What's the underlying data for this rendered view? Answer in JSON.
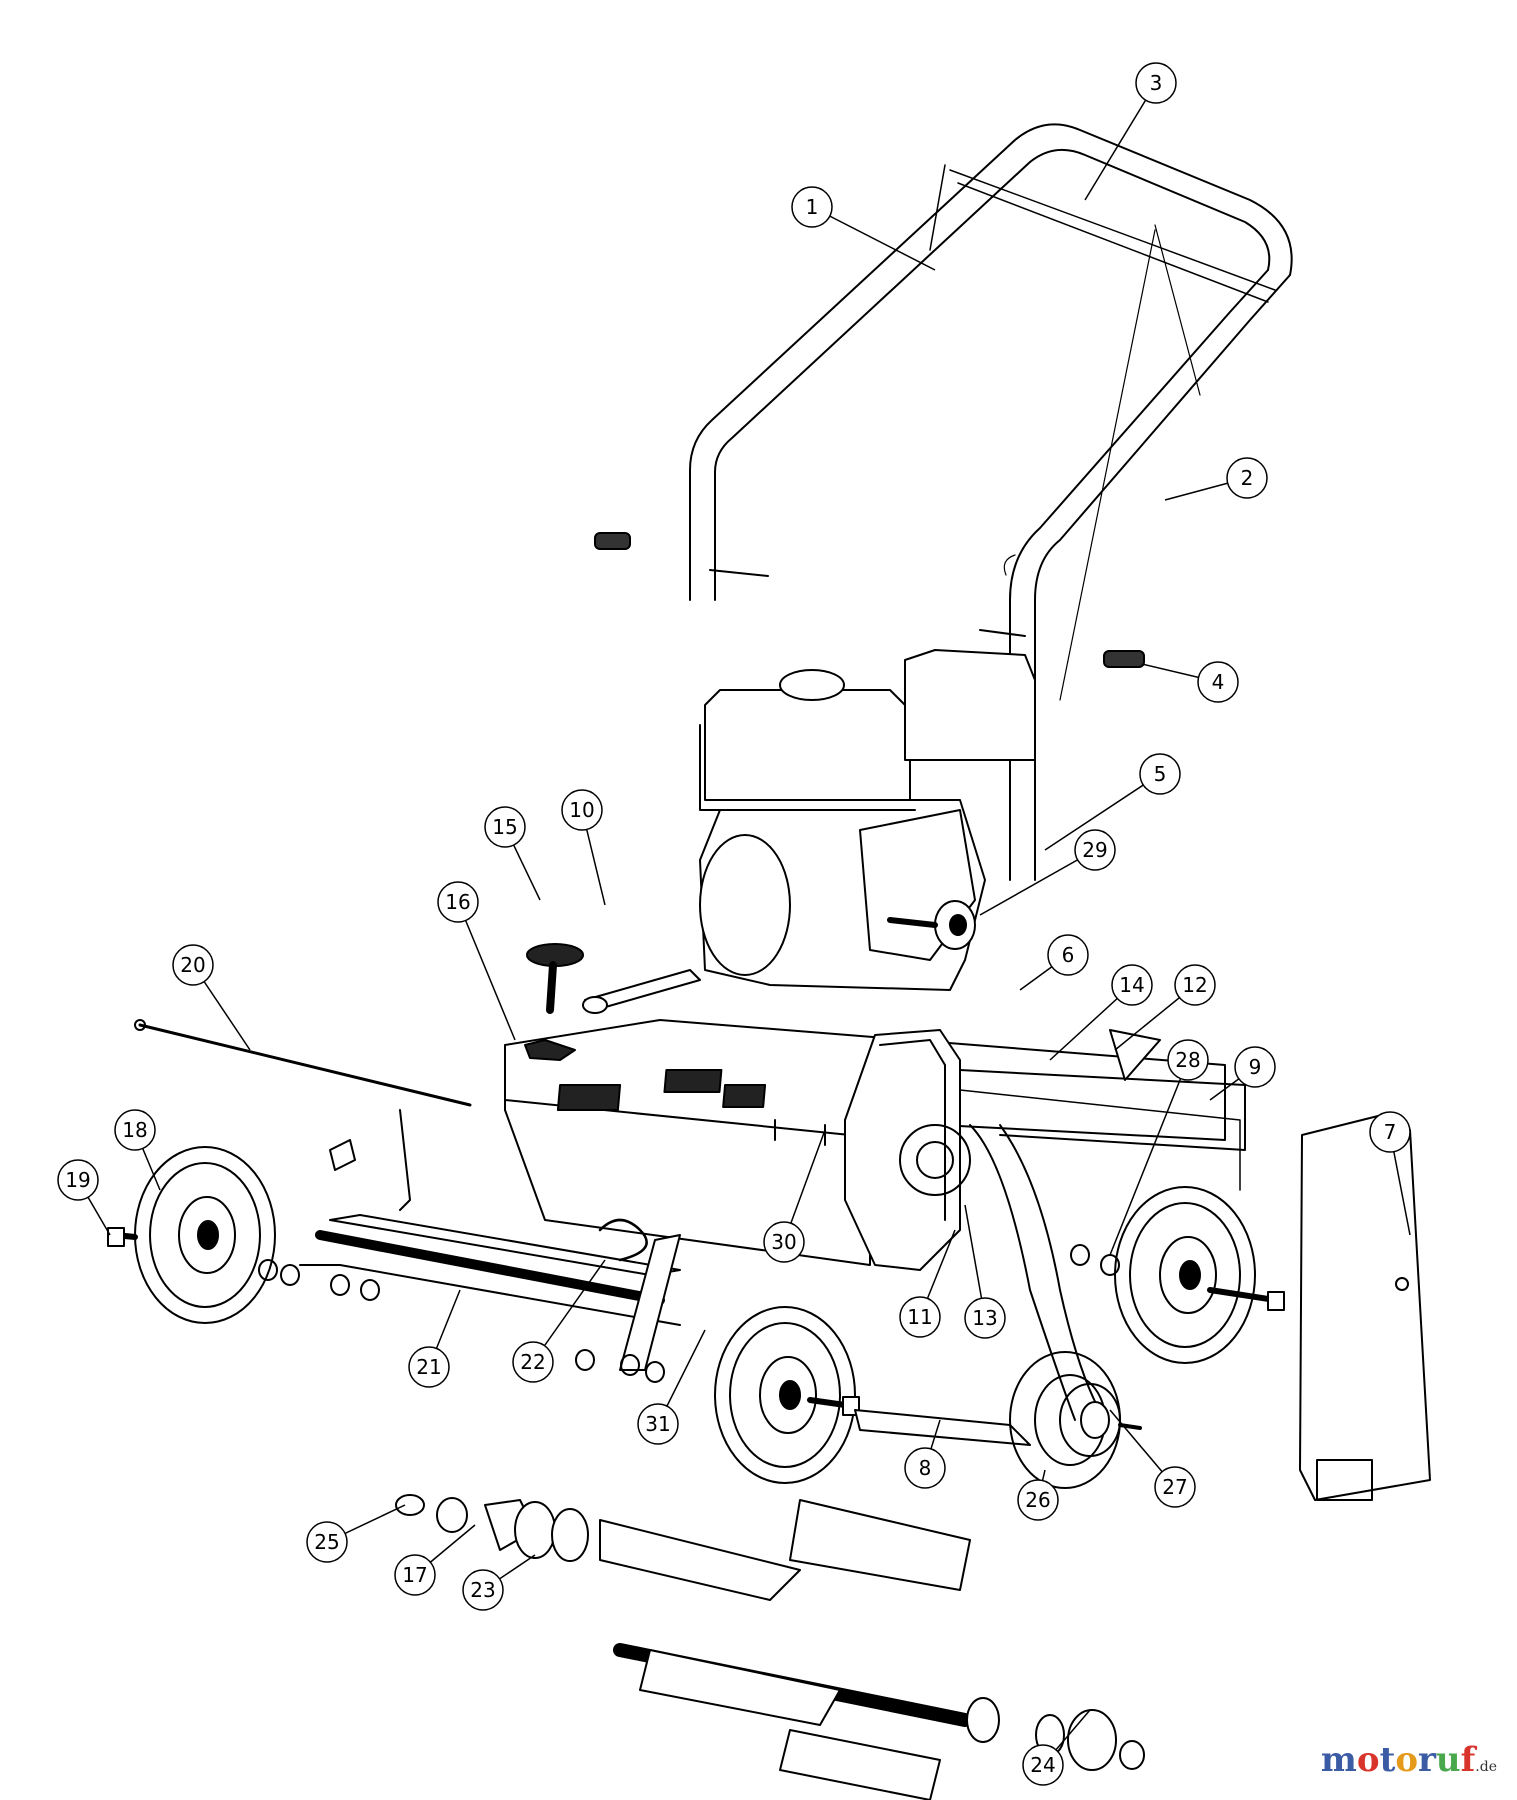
{
  "diagram": {
    "callouts": [
      {
        "id": "1",
        "label": "1"
      },
      {
        "id": "2",
        "label": "2"
      },
      {
        "id": "3",
        "label": "3"
      },
      {
        "id": "4",
        "label": "4"
      },
      {
        "id": "5",
        "label": "5"
      },
      {
        "id": "6",
        "label": "6"
      },
      {
        "id": "7",
        "label": "7"
      },
      {
        "id": "8",
        "label": "8"
      },
      {
        "id": "9",
        "label": "9"
      },
      {
        "id": "10",
        "label": "10"
      },
      {
        "id": "11",
        "label": "11"
      },
      {
        "id": "12",
        "label": "12"
      },
      {
        "id": "13",
        "label": "13"
      },
      {
        "id": "14",
        "label": "14"
      },
      {
        "id": "15",
        "label": "15"
      },
      {
        "id": "16",
        "label": "16"
      },
      {
        "id": "17",
        "label": "17"
      },
      {
        "id": "18",
        "label": "18"
      },
      {
        "id": "19",
        "label": "19"
      },
      {
        "id": "20",
        "label": "20"
      },
      {
        "id": "21",
        "label": "21"
      },
      {
        "id": "22",
        "label": "22"
      },
      {
        "id": "23",
        "label": "23"
      },
      {
        "id": "24",
        "label": "24"
      },
      {
        "id": "25",
        "label": "25"
      },
      {
        "id": "26",
        "label": "26"
      },
      {
        "id": "27",
        "label": "27"
      },
      {
        "id": "28",
        "label": "28"
      },
      {
        "id": "29",
        "label": "29"
      },
      {
        "id": "30",
        "label": "30"
      },
      {
        "id": "31",
        "label": "31"
      }
    ]
  },
  "watermark": {
    "letters": [
      "m",
      "o",
      "t",
      "o",
      "r",
      "u",
      "f"
    ],
    "letter_colors": [
      "#3b5ba5",
      "#d9342b",
      "#3b5ba5",
      "#e69a1c",
      "#3b5ba5",
      "#49a84b",
      "#d9342b"
    ],
    "suffix": ".de"
  }
}
